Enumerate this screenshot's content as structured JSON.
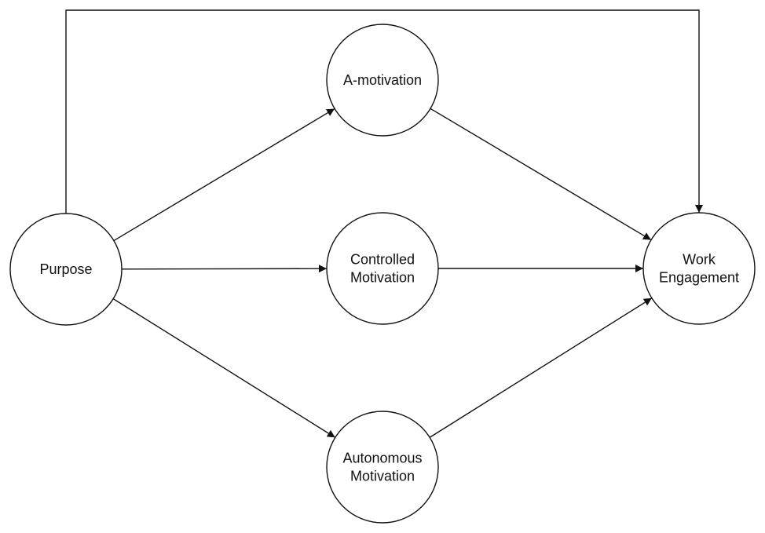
{
  "diagram": {
    "nodes": [
      {
        "id": "purpose",
        "lines": [
          "Purpose"
        ]
      },
      {
        "id": "a-motivation",
        "lines": [
          "A-motivation"
        ]
      },
      {
        "id": "controlled-motivation",
        "lines": [
          "Controlled",
          "Motivation"
        ]
      },
      {
        "id": "autonomous-motivation",
        "lines": [
          "Autonomous",
          "Motivation"
        ]
      },
      {
        "id": "work-engagement",
        "lines": [
          "Work",
          "Engagement"
        ]
      }
    ],
    "edges": [
      {
        "from": "purpose",
        "to": "a-motivation"
      },
      {
        "from": "purpose",
        "to": "controlled-motivation"
      },
      {
        "from": "purpose",
        "to": "autonomous-motivation"
      },
      {
        "from": "a-motivation",
        "to": "work-engagement"
      },
      {
        "from": "controlled-motivation",
        "to": "work-engagement"
      },
      {
        "from": "autonomous-motivation",
        "to": "work-engagement"
      },
      {
        "from": "purpose",
        "to": "work-engagement",
        "routing": "over-top"
      }
    ],
    "colors": {
      "stroke": "#111111",
      "fill": "#ffffff",
      "text": "#111111"
    }
  }
}
